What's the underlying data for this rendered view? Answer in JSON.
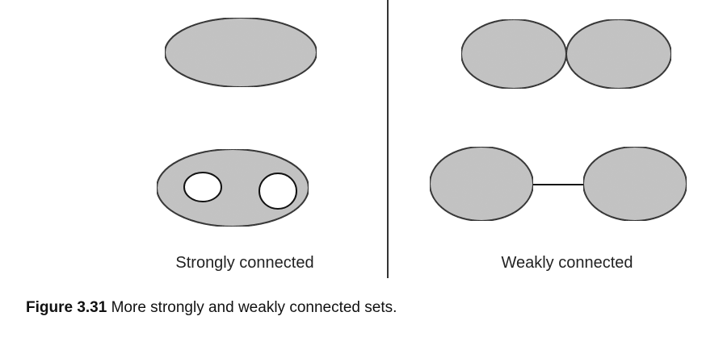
{
  "panels": {
    "left": {
      "label": "Strongly connected"
    },
    "right": {
      "label": "Weakly connected"
    }
  },
  "caption": {
    "number": "Figure 3.31",
    "text": "More strongly and weakly connected sets."
  },
  "colors": {
    "shape_fill": "#c4c4c4",
    "stroke": "#111111",
    "hole_fill": "#ffffff",
    "divider": "#333333"
  }
}
